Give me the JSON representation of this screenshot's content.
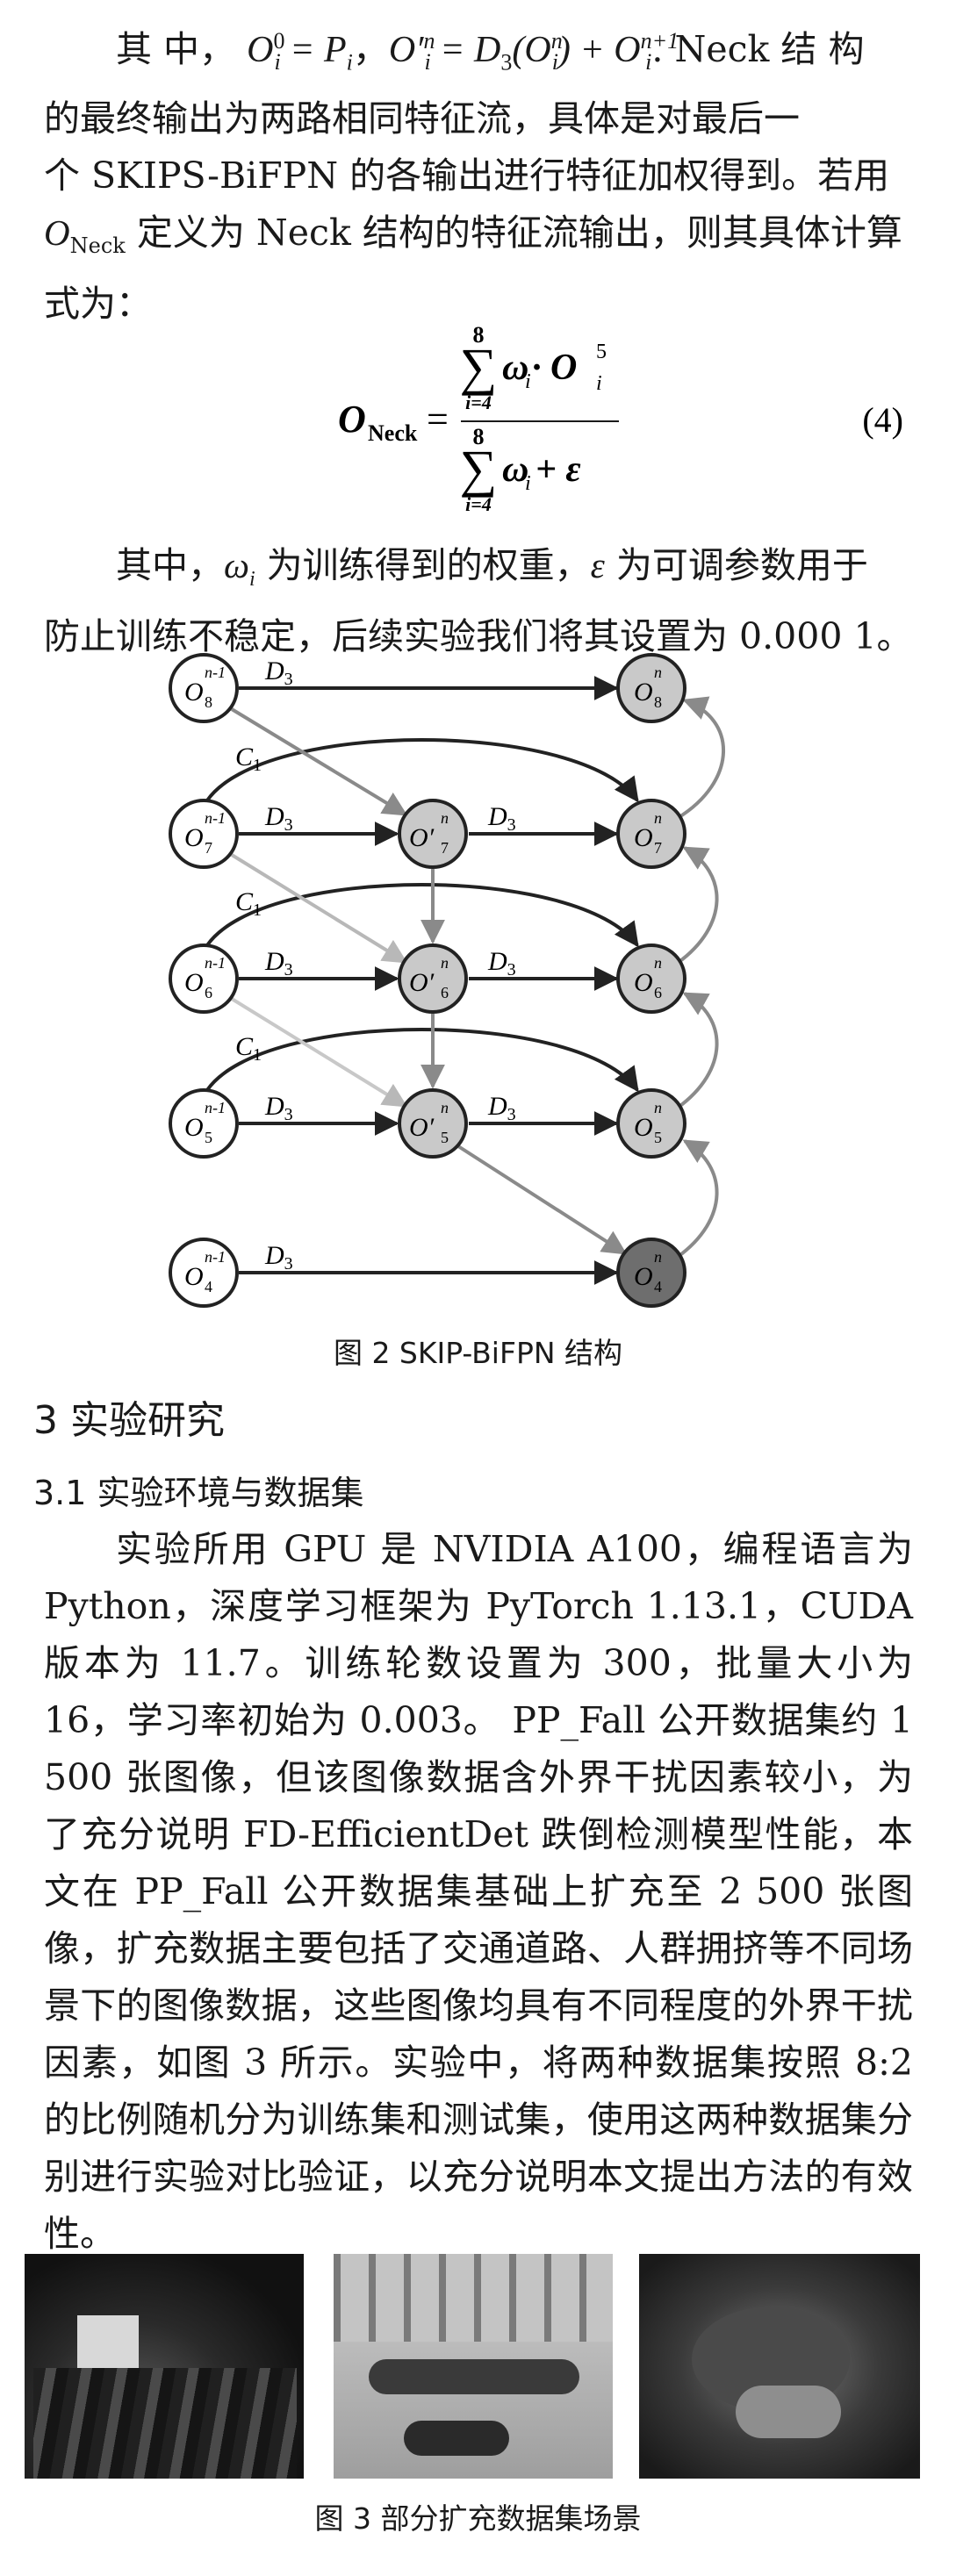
{
  "para1": {
    "line1_a": "其 中，",
    "math_O0": "O",
    "math_O0_sup": "0",
    "math_O0_sub": "i",
    "math_eq1": " = P",
    "math_eq1_sub": "i",
    "comma1": "，",
    "math_O2": "O′",
    "math_O2_sup": "n",
    "math_O2_sub": "i",
    "math_eq2": " = D",
    "math_eq2_sub": "3",
    "math_eq2_b": "(O",
    "math_eq2_b_sup": "n",
    "math_eq2_b_sub": "i",
    "math_eq2_c": ") + O",
    "math_eq2_c_sup": "n+1",
    "math_eq2_c_sub": "i",
    "line1_b": ". Neck 结 构",
    "line2": "的最终输出为两路相同特征流，具体是对最后一",
    "line3": "个 SKIPS-BiFPN 的各输出进行特征加权得到。若用",
    "line4_O": "O",
    "line4_sub": "Neck",
    "line4_rest": " 定义为 Neck 结构的特征流输出，则其具体计算",
    "line5": "式为："
  },
  "equation4": {
    "lhs": "O",
    "lhs_sub": "Neck",
    "sum_top": "8",
    "sum_bottom": "i=4",
    "num_term": "ω",
    "num_term_sub": "i",
    "num_dot": " · O",
    "num_sup": "5",
    "num_sub": "i",
    "den_term": "ω",
    "den_sub": "i",
    "den_plus": " + ε",
    "number": "(4)"
  },
  "para2": {
    "a": "其中，",
    "omega": "ω",
    "omega_sub": "i",
    "b": " 为训练得到的权重，",
    "eps": "ε",
    "c": " 为可调参数用于",
    "line2": "防止训练不稳定，后续实验我们将其设置为 0.000 1。"
  },
  "figure2": {
    "caption": "图 2   SKIP-BiFPN 结构",
    "nodes_left": [
      {
        "base": "O",
        "sup": "n-1",
        "sub": "8"
      },
      {
        "base": "O",
        "sup": "n-1",
        "sub": "7"
      },
      {
        "base": "O",
        "sup": "n-1",
        "sub": "6"
      },
      {
        "base": "O",
        "sup": "n-1",
        "sub": "5"
      },
      {
        "base": "O",
        "sup": "n-1",
        "sub": "4"
      }
    ],
    "nodes_mid": [
      {
        "base": "O′",
        "sup": "n",
        "sub": "7"
      },
      {
        "base": "O′",
        "sup": "n",
        "sub": "6"
      },
      {
        "base": "O′",
        "sup": "n",
        "sub": "5"
      }
    ],
    "nodes_right": [
      {
        "base": "O",
        "sup": "n",
        "sub": "8"
      },
      {
        "base": "O",
        "sup": "n",
        "sub": "7"
      },
      {
        "base": "O",
        "sup": "n",
        "sub": "6"
      },
      {
        "base": "O",
        "sup": "n",
        "sub": "5"
      },
      {
        "base": "O",
        "sup": "n",
        "sub": "4"
      }
    ],
    "edge_label_d": "D",
    "edge_label_d_sub": "3",
    "edge_label_c": "C",
    "edge_label_c_sub": "1"
  },
  "section3": {
    "title": "3   实验研究"
  },
  "section31": {
    "title": "3.1   实验环境与数据集"
  },
  "para3": {
    "text": "实验所用 GPU 是 NVIDIA A100，编程语言为 Python，深度学习框架为 PyTorch 1.13.1，CUDA 版本为 11.7。训练轮数设置为 300，批量大小为 16，学习率初始为 0.003。 PP_Fall 公开数据集约 1 500 张图像，但该图像数据含外界干扰因素较小，为了充分说明 FD-EfficientDet 跌倒检测模型性能，本文在 PP_Fall 公开数据集基础上扩充至 2 500 张图像，扩充数据主要包括了交通道路、人群拥挤等不同场景下的图像数据，这些图像均具有不同程度的外界干扰因素，如图 3 所示。实验中，将两种数据集按照 8:2 的比例随机分为训练集和测试集，使用这两种数据集分别进行实验对比验证，以充分说明本文提出方法的有效性。"
  },
  "figure3": {
    "caption": "图 3   部分扩充数据集场景"
  }
}
